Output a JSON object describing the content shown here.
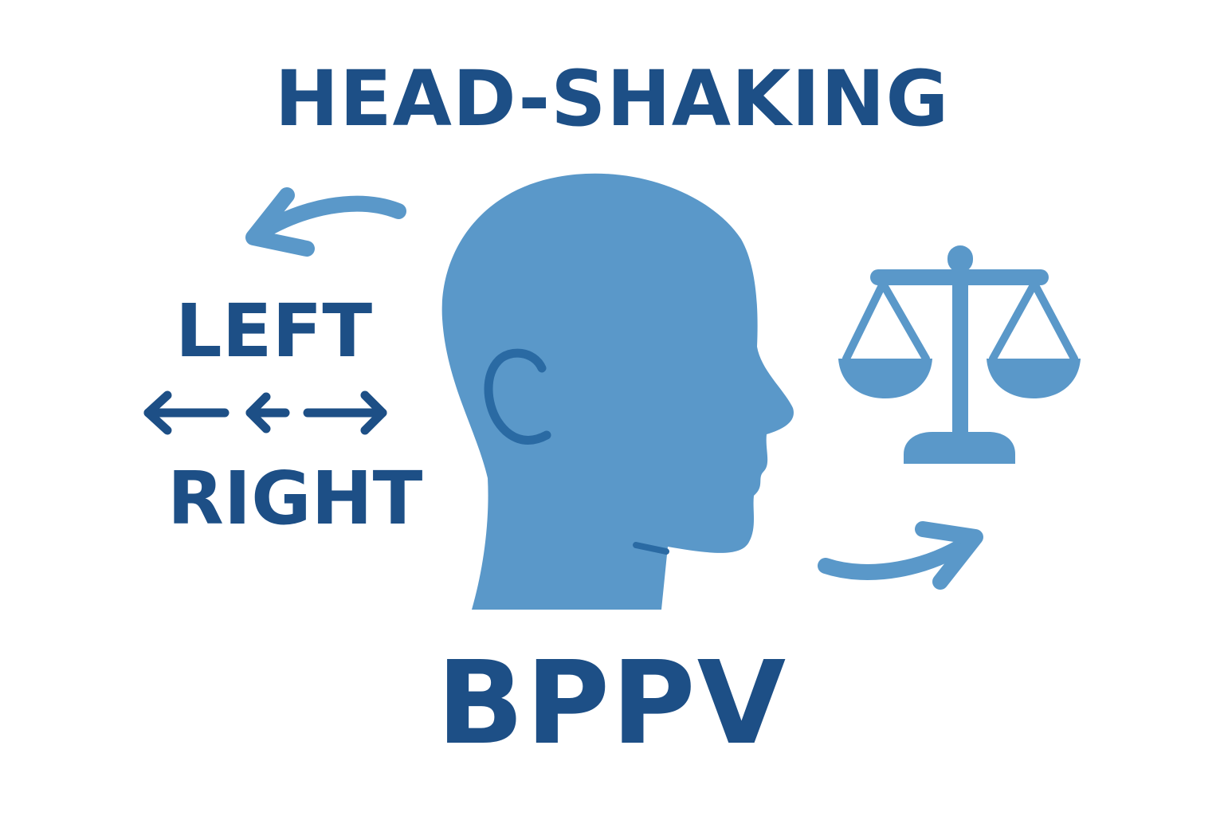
{
  "diagram": {
    "title": "HEAD-SHAKING",
    "left_label": "LEFT",
    "right_label": "RIGHT",
    "bottom_label": "BPPV"
  },
  "icons": {
    "head": "head-profile-icon",
    "balance": "balance-scale-icon",
    "arrow_top": "curved-arrow-left-icon",
    "arrow_bottom": "curved-arrow-right-icon",
    "direction": "left-right-arrows-icon"
  },
  "colors": {
    "text": "#1d4f86",
    "shape": "#5a98c9",
    "ear": "#2a6aa3",
    "background": "#ffffff"
  }
}
